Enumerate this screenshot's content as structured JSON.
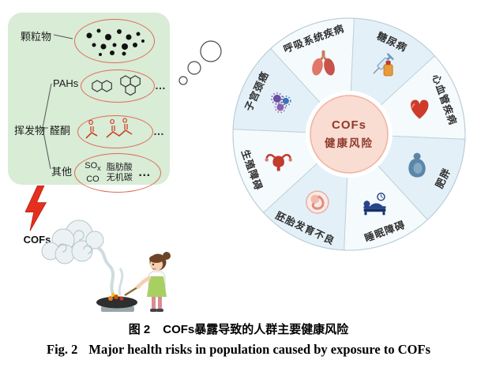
{
  "figure": {
    "caption_zh_label": "图 2",
    "caption_zh_text": "COFs暴露导致的人群主要健康风险",
    "caption_en_label": "Fig. 2",
    "caption_en_text": "Major health risks in population caused by exposure to COFs"
  },
  "composition_panel": {
    "particulate_label": "颗粒物",
    "volatiles_label": "挥发物",
    "pahs_label": "PAHs",
    "aldehydes_label": "醛酮",
    "others_label": "其他",
    "others_content": {
      "sox_base": "SO",
      "sox_sub": "x",
      "co": "CO",
      "fatty_acid": "脂肪酸",
      "inorganic_carbon": "无机碳"
    },
    "ellipsis": "…",
    "cofs_label": "COFs"
  },
  "risk_wheel": {
    "center_line1": "COFs",
    "center_line2": "健康风险",
    "sectors": [
      {
        "label": "呼吸系统疾病",
        "icon": "lungs-icon"
      },
      {
        "label": "糖尿病",
        "icon": "insulin-syringe-icon"
      },
      {
        "label": "心血管疾病",
        "icon": "heart-icon"
      },
      {
        "label": "肥胖",
        "icon": "obesity-body-icon"
      },
      {
        "label": "睡眠障碍",
        "icon": "sleeping-person-icon"
      },
      {
        "label": "胚胎发育不良",
        "icon": "fetus-icon"
      },
      {
        "label": "生殖障碍",
        "icon": "uterus-icon"
      },
      {
        "label": "子宫颈癌",
        "icon": "cancer-cells-icon"
      }
    ]
  },
  "colors": {
    "panel_green": "#d8ecd6",
    "ellipse_red": "#e06a55",
    "wheel_blue_light": "#f5fafd",
    "wheel_blue": "#e4f0f8",
    "center_pink": "#f9dcd2",
    "lightning_red": "#e5301f",
    "center_text_red": "#8f3a2c"
  }
}
